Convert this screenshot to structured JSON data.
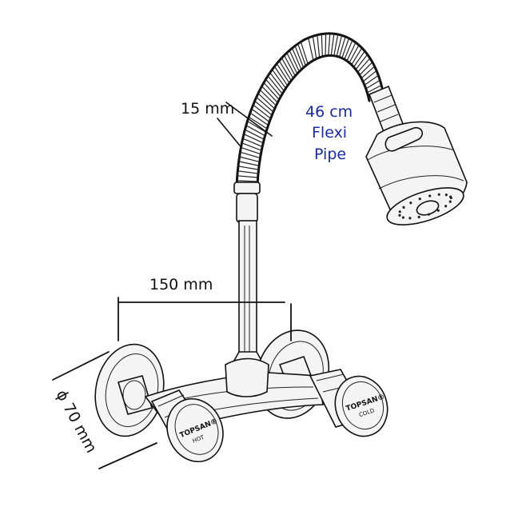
{
  "dimensions": {
    "hose_diameter": "15 mm",
    "inlet_spacing": "150 mm",
    "flange_diameter": "ϕ 70 mm"
  },
  "pipe_note": {
    "line1": "46 cm",
    "line2": "Flexi",
    "line3": "Pipe"
  },
  "handles": {
    "left": {
      "brand": "TOPSAN®",
      "label": "HOT"
    },
    "right": {
      "brand": "TOPSAN®",
      "label": "COLD"
    }
  },
  "colors": {
    "ink": "#111111",
    "note_blue": "#1a2aa0",
    "background": "#ffffff"
  }
}
